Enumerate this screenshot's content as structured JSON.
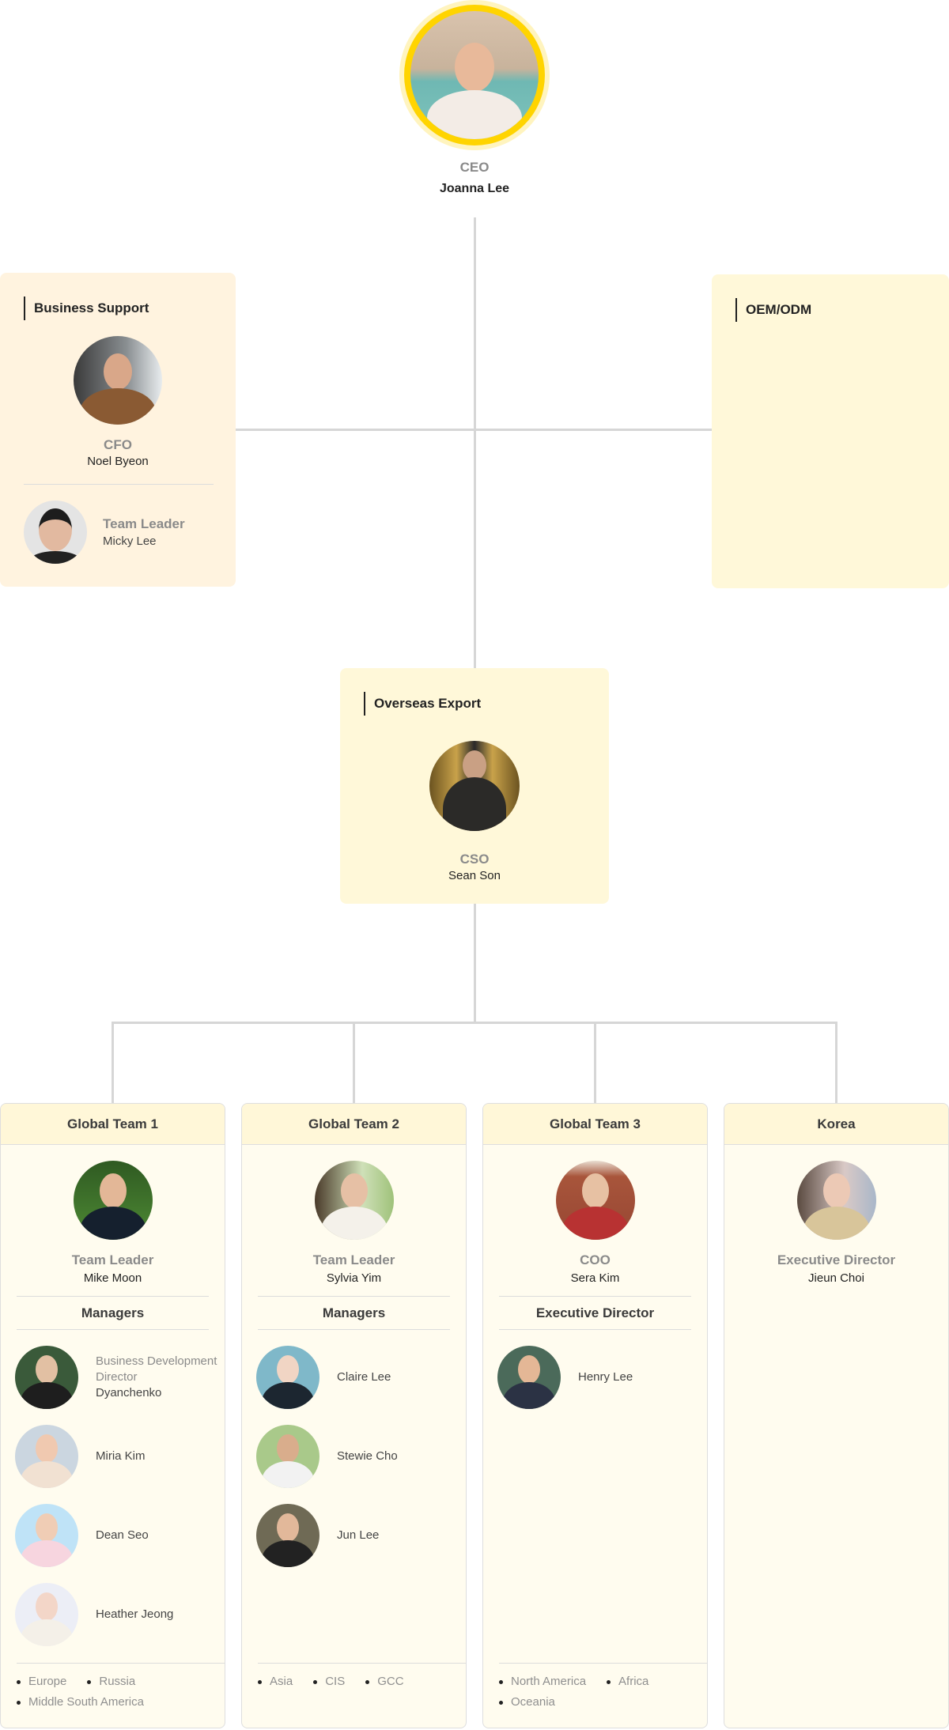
{
  "ceo": {
    "role": "CEO",
    "name": "Joanna Lee",
    "avatar": "photo-joanna-lee"
  },
  "colors": {
    "connector": "#d6d6d6",
    "ceo_ring": "#FFD400",
    "ceo_halo": "#FFF4BF",
    "business_support_bg": "#FFF3DF",
    "dept_bg": "#FFF8D9",
    "team_header_bg": "#FFF7D8",
    "team_body_bg": "#FFFCEF"
  },
  "business_support": {
    "title": "Business Support",
    "head": {
      "role": "CFO",
      "name": "Noel Byeon",
      "avatar": "photo-noel-byeon"
    },
    "member": {
      "role": "Team Leader",
      "name": "Micky Lee",
      "avatar": "photo-micky-lee"
    }
  },
  "oem_odm": {
    "title": "OEM/ODM"
  },
  "overseas_export": {
    "title": "Overseas Export",
    "head": {
      "role": "CSO",
      "name": "Sean Son",
      "avatar": "photo-sean-son"
    }
  },
  "teams": [
    {
      "title": "Global Team 1",
      "lead": {
        "role": "Team Leader",
        "name": "Mike Moon"
      },
      "section": "Managers",
      "members": [
        {
          "role": "Business Development Director",
          "name": "Dyanchenko"
        },
        {
          "role": "",
          "name": "Miria Kim"
        },
        {
          "role": "",
          "name": "Dean Seo"
        },
        {
          "role": "",
          "name": "Heather Jeong"
        }
      ],
      "regions": [
        "Europe",
        "Russia",
        "Middle South America"
      ]
    },
    {
      "title": "Global Team 2",
      "lead": {
        "role": "Team Leader",
        "name": "Sylvia Yim"
      },
      "section": "Managers",
      "members": [
        {
          "role": "",
          "name": "Claire Lee"
        },
        {
          "role": "",
          "name": "Stewie Cho"
        },
        {
          "role": "",
          "name": "Jun Lee"
        }
      ],
      "regions": [
        "Asia",
        "CIS",
        "GCC"
      ]
    },
    {
      "title": "Global Team 3",
      "lead": {
        "role": "COO",
        "name": "Sera Kim"
      },
      "section": "Executive Director",
      "members": [
        {
          "role": "",
          "name": "Henry Lee"
        }
      ],
      "regions": [
        "North America",
        "Africa",
        "Oceania"
      ]
    },
    {
      "title": "Korea",
      "lead": {
        "role": "Executive Director",
        "name": "Jieun Choi"
      },
      "section": "",
      "members": [],
      "regions": []
    }
  ]
}
